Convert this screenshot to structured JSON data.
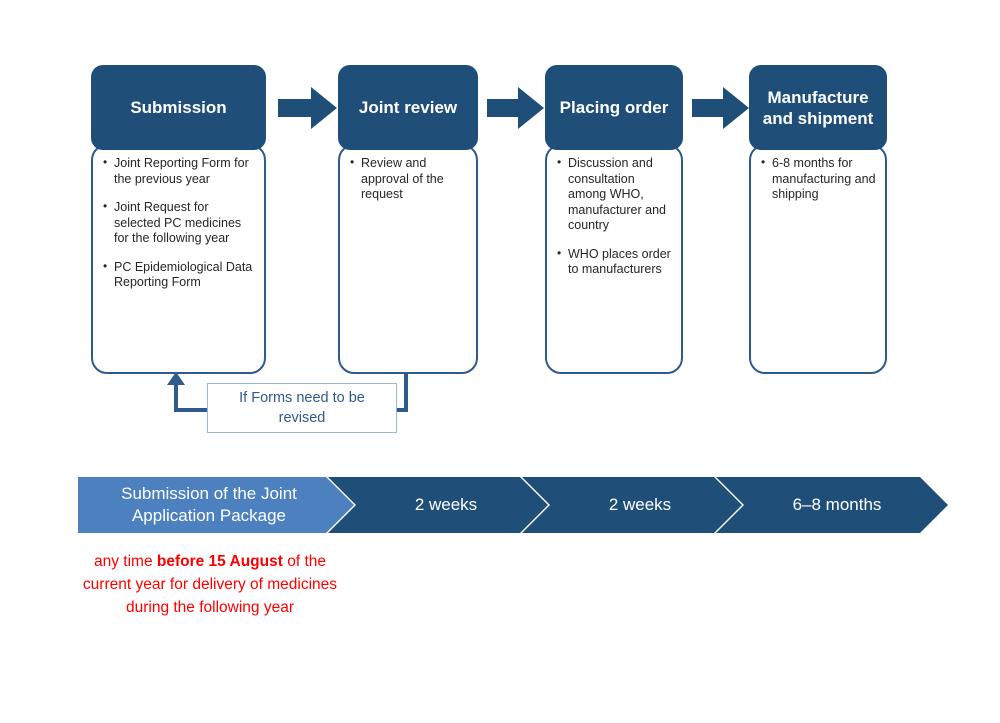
{
  "colors": {
    "header_navy": "#1F4E79",
    "body_border": "#2E5B8C",
    "timeline_dark": "#1F4E79",
    "timeline_light": "#4C80BF",
    "revise_text": "#2E5B8C",
    "note_red": "#FF0000",
    "bullet_text": "#262626"
  },
  "stages": [
    {
      "title": "Submission",
      "bullets": [
        "Joint Reporting Form for the previous year",
        "Joint Request for selected PC medicines for the following year",
        "PC Epidemiological Data Reporting Form"
      ]
    },
    {
      "title": "Joint review",
      "bullets": [
        "Review and approval of the request"
      ]
    },
    {
      "title": "Placing order",
      "bullets": [
        "Discussion and consultation among WHO, manufacturer and country",
        "WHO places order to manufacturers"
      ]
    },
    {
      "title": "Manufacture and shipment",
      "bullets": [
        "6-8 months for manufacturing and shipping"
      ]
    }
  ],
  "feedback": {
    "label": "If Forms need to be revised"
  },
  "timeline": [
    {
      "label": "Submission of the Joint Application Package"
    },
    {
      "label": "2 weeks"
    },
    {
      "label": "2 weeks"
    },
    {
      "label": "6–8 months"
    }
  ],
  "note": {
    "line1_pre": "any time ",
    "line1_bold": "before 15 August",
    "line1_post": " of the",
    "line2": "current year for delivery of medicines",
    "line3": "during the following year"
  }
}
